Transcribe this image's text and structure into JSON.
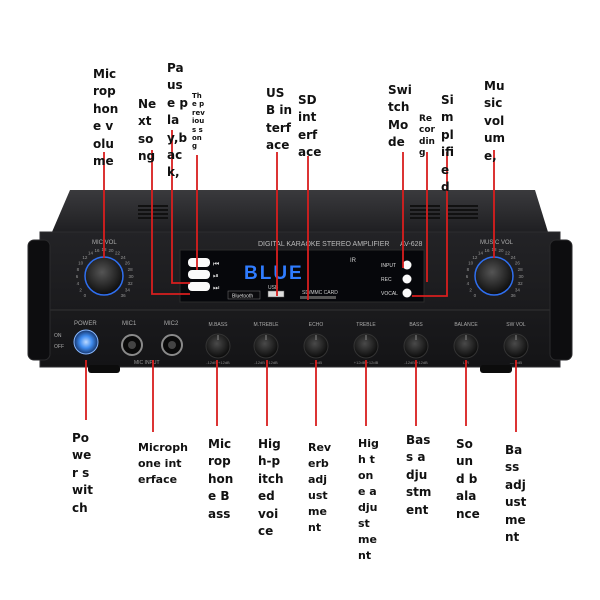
{
  "device": {
    "header_text": "DIGITAL KARAOKE STEREO AMPLIFIER",
    "model": "AV-628",
    "mic_vol_label": "MIC VOL",
    "music_vol_label": "MUSIC VOL",
    "display_text": "BLUE",
    "ir_label": "IR",
    "usb_label": "USB",
    "sd_label": "SD/MMC CARD",
    "bluetooth_badge": "Bluetooth",
    "mode_buttons": [
      "INPUT",
      "REC",
      "VOCAL"
    ],
    "power_label": "POWER",
    "power_on": "ON",
    "power_off": "OFF",
    "mic1_label": "MIC1",
    "mic2_label": "MIC2",
    "mic_input_label": "MIC INPUT",
    "knobs": [
      {
        "label": "M.BASS",
        "range": "-12dB  +12dB"
      },
      {
        "label": "M.TREBLE",
        "range": "-12dB  +12dB"
      },
      {
        "label": "ECHO",
        "range": "—  0dB"
      },
      {
        "label": "TREBLE",
        "range": "+12dB  +12dB"
      },
      {
        "label": "BASS",
        "range": "-12dB  +12dB"
      },
      {
        "label": "BALANCE",
        "range": "L      R"
      },
      {
        "label": "SW VOL",
        "range": "—   0dB"
      }
    ],
    "dial_numbers": [
      "0",
      "2",
      "4",
      "6",
      "8",
      "10",
      "12",
      "14",
      "16",
      "18",
      "20",
      "22",
      "24",
      "26",
      "28",
      "30",
      "32",
      "34",
      "36"
    ]
  },
  "annotations": {
    "top": [
      {
        "text": "Microphone volume"
      },
      {
        "text": "Next song"
      },
      {
        "text": "Pause play,back,"
      },
      {
        "text": "The previous song"
      },
      {
        "text": "USB interface"
      },
      {
        "text": "SD interface"
      },
      {
        "text": "Switch Mode"
      },
      {
        "text": "Recording"
      },
      {
        "text": "Simplified"
      },
      {
        "text": "Music volume,"
      }
    ],
    "bottom": [
      {
        "text": "Power switch"
      },
      {
        "text": "Microphone interface"
      },
      {
        "text": "Microphone Bass"
      },
      {
        "text": "High-pitched voice"
      },
      {
        "text": "Reverb adjustment"
      },
      {
        "text": "High tone adjustment"
      },
      {
        "text": "Bass adjustment"
      },
      {
        "text": "Sound balance"
      },
      {
        "text": "Bass adjustment"
      }
    ]
  },
  "colors": {
    "leader": "#d81e1e",
    "body": "#1b1b1d",
    "display_blue": "#2f7cff",
    "power_blue": "#3f8cf0"
  }
}
